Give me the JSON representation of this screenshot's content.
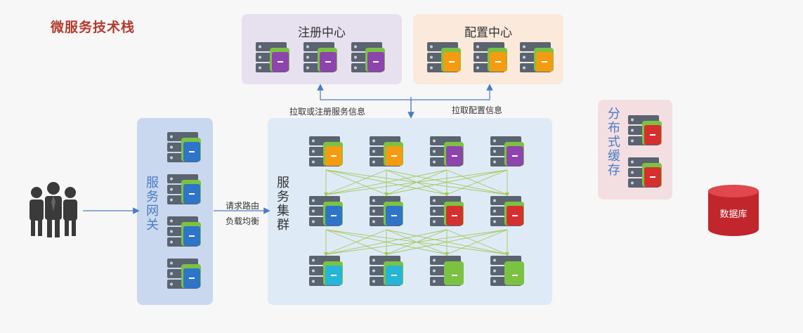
{
  "title": "微服务技术栈",
  "registry": {
    "label": "注册中心"
  },
  "config": {
    "label": "配置中心"
  },
  "gateway": {
    "label": "服务网关"
  },
  "cluster": {
    "label": "服务集群"
  },
  "cache": {
    "label": "分布式缓存"
  },
  "database": {
    "label": "数据库"
  },
  "edges": {
    "pull_register": "拉取或注册服务信息",
    "pull_config": "拉取配置信息",
    "routing": "请求路由",
    "load_balance": "负载均衡"
  },
  "colors": {
    "registry_server": "#8e44ad",
    "config_server": "#f39c12",
    "gateway_server": "#2e74c8",
    "cache_server": "#d62f2f",
    "database": "#c0262c",
    "title": "#b23a2e",
    "panel_text": "#4a7bc4"
  },
  "cluster_rows": [
    [
      "#f39c12",
      "#f39c12",
      "#8e44ad",
      "#8e44ad"
    ],
    [
      "#2e74c8",
      "#2e74c8",
      "#d62f2f",
      "#d62f2f"
    ],
    [
      "#26b5d6",
      "#26b5d6",
      "#7cc242",
      "#7cc242"
    ]
  ],
  "icons": {
    "users": "people-icon",
    "server": "server-icon",
    "database": "database-icon"
  }
}
